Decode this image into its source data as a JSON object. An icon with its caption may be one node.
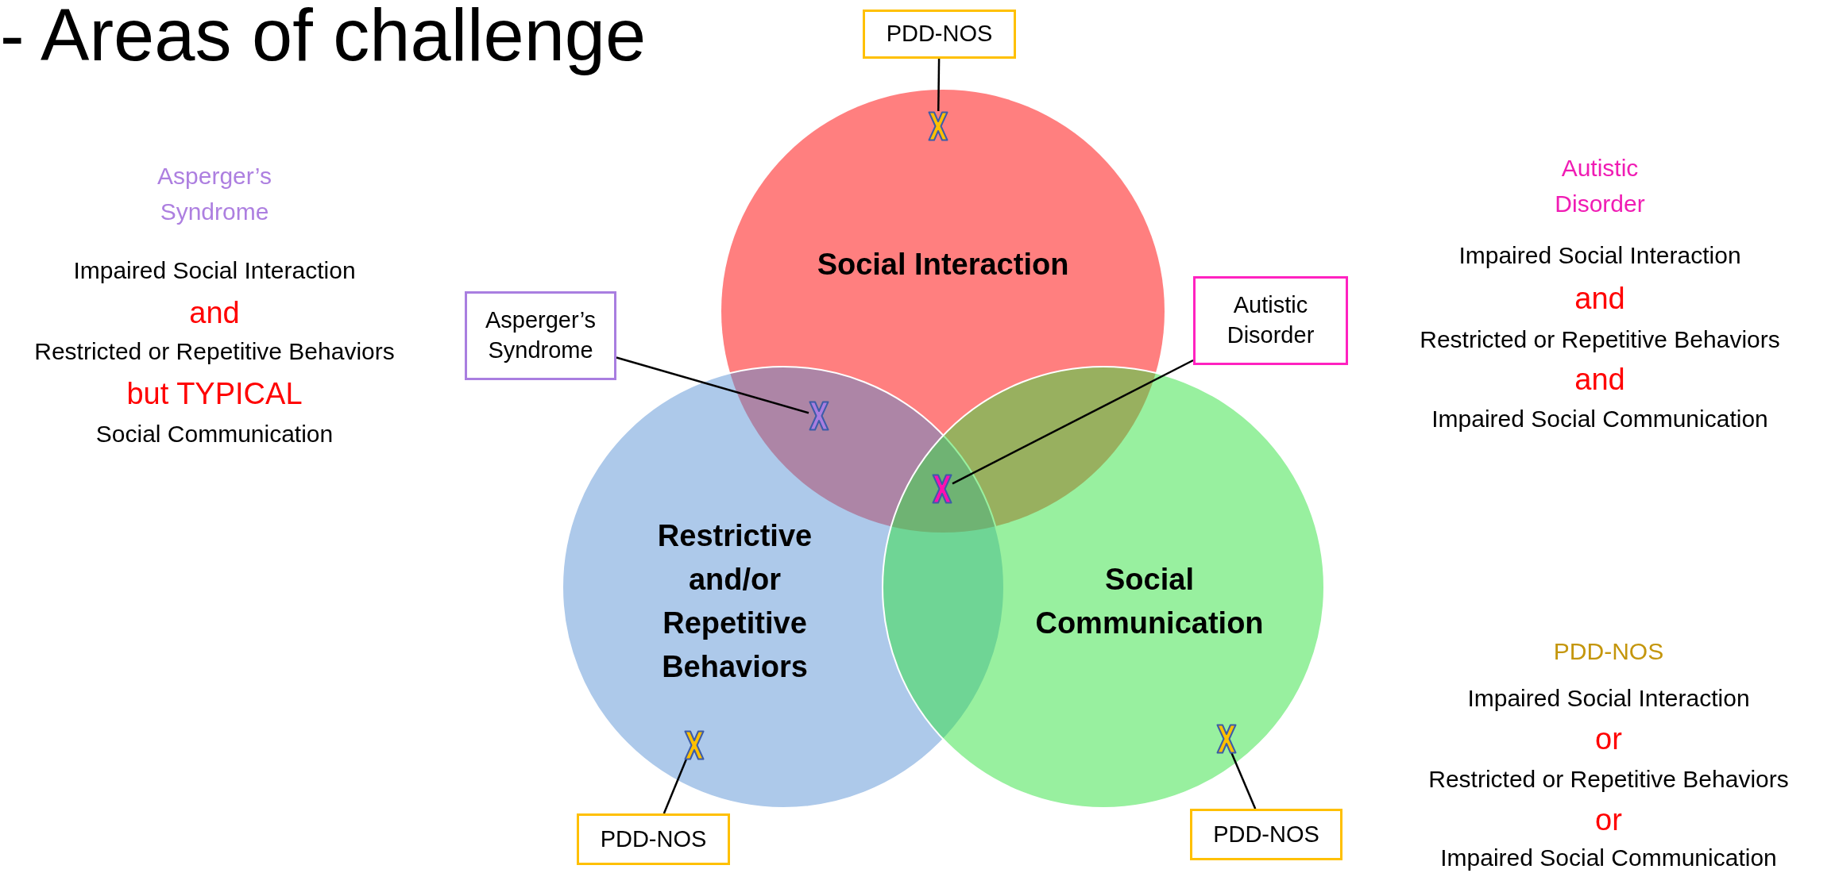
{
  "diagram": {
    "title": "- Areas of challenge",
    "nodes": [
      {
        "text": [
          "Social Interaction"
        ]
      },
      {
        "text": [
          "Restrictive and/or Repetitive Behaviors"
        ]
      },
      {
        "text": [
          "Social Communication"
        ]
      },
      {
        "text": [
          "PDD-NOS"
        ]
      },
      {
        "text": [],
        "shape": "cross",
        "in": 0
      },
      {
        "text": [
          "Asperger’s Syndrome"
        ]
      },
      {
        "text": [],
        "shape": "cross"
      },
      {
        "text": [
          "Autistic Disorder"
        ]
      },
      {
        "text": [],
        "shape": "cross"
      },
      {
        "text": [],
        "shape": "cross",
        "in": 1
      },
      {
        "text": [
          "PDD-NOS"
        ]
      },
      {
        "text": [],
        "shape": "cross",
        "in": 2
      },
      {
        "text": [
          "PDD-NOS"
        ]
      }
    ],
    "edges": [
      {
        "from": 3,
        "to": 4,
        "arrow": "none"
      },
      {
        "from": 5,
        "to": 6,
        "arrow": "none"
      },
      {
        "from": 7,
        "to": 8,
        "arrow": "none"
      },
      {
        "from": 10,
        "to": 9,
        "arrow": "none"
      },
      {
        "from": 12,
        "to": 11,
        "arrow": "none"
      }
    ],
    "labels": [
      "Asperger’s Syndrome",
      "Impaired Social Interaction",
      "and",
      "Restricted or Repetitive Behaviors",
      "but TYPICAL",
      "Social Communication",
      "Autistic Disorder",
      "Impaired Social Interaction",
      "and",
      "Restricted or Repetitive Behaviors",
      "and",
      "Impaired Social Communication",
      "PDD-NOS",
      "Impaired Social Interaction",
      "or",
      "Restricted or Repetitive Behaviors",
      "or",
      "Impaired Social Communication"
    ]
  }
}
